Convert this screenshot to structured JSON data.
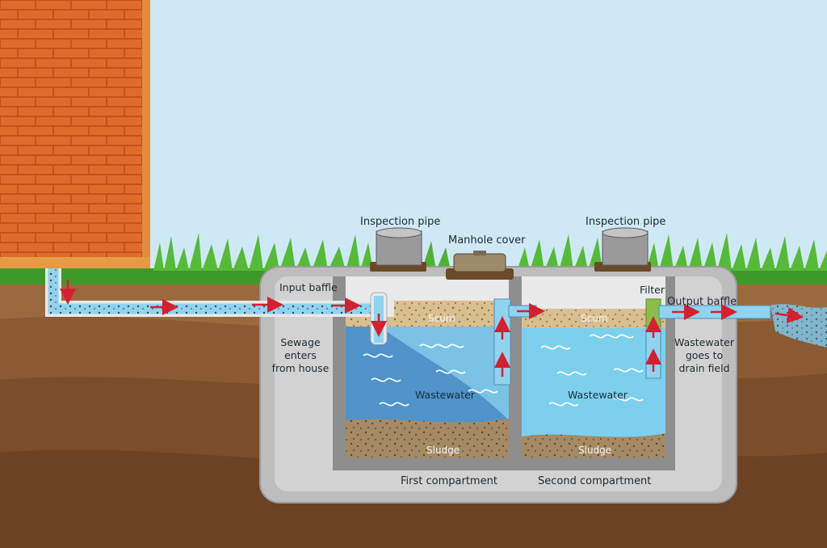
{
  "diagram": {
    "labels": {
      "inspection_pipe_left": "Inspection pipe",
      "inspection_pipe_right": "Inspection pipe",
      "manhole_cover": "Manhole cover",
      "input_baffle": "Input baffle",
      "filter": "Filter",
      "output_baffle": "Output baffle",
      "sewage_line1": "Sewage",
      "sewage_line2": "enters",
      "sewage_line3": "from house",
      "wastewater_out_line1": "Wastewater",
      "wastewater_out_line2": "goes to",
      "wastewater_out_line3": "drain field",
      "scum_left": "Scum",
      "scum_right": "Scum",
      "wastewater_left": "Wastewater",
      "wastewater_right": "Wastewater",
      "sludge_left": "Sludge",
      "sludge_right": "Sludge",
      "first_compartment": "First compartment",
      "second_compartment": "Second compartment"
    },
    "colors": {
      "sky": "#cfe8f6",
      "brick": "#d9662a",
      "grass": "#4cae2f",
      "soil_top": "#8a5a34",
      "soil_deep": "#6e4424",
      "tank_concrete": "#c9c9c9",
      "water_left": "#5fa8d6",
      "water_right": "#7cd0ee",
      "scum": "#d9bf8e",
      "sludge": "#a58a64",
      "pipe": "#8fd3ee",
      "flow_arrow": "#d52030"
    }
  }
}
